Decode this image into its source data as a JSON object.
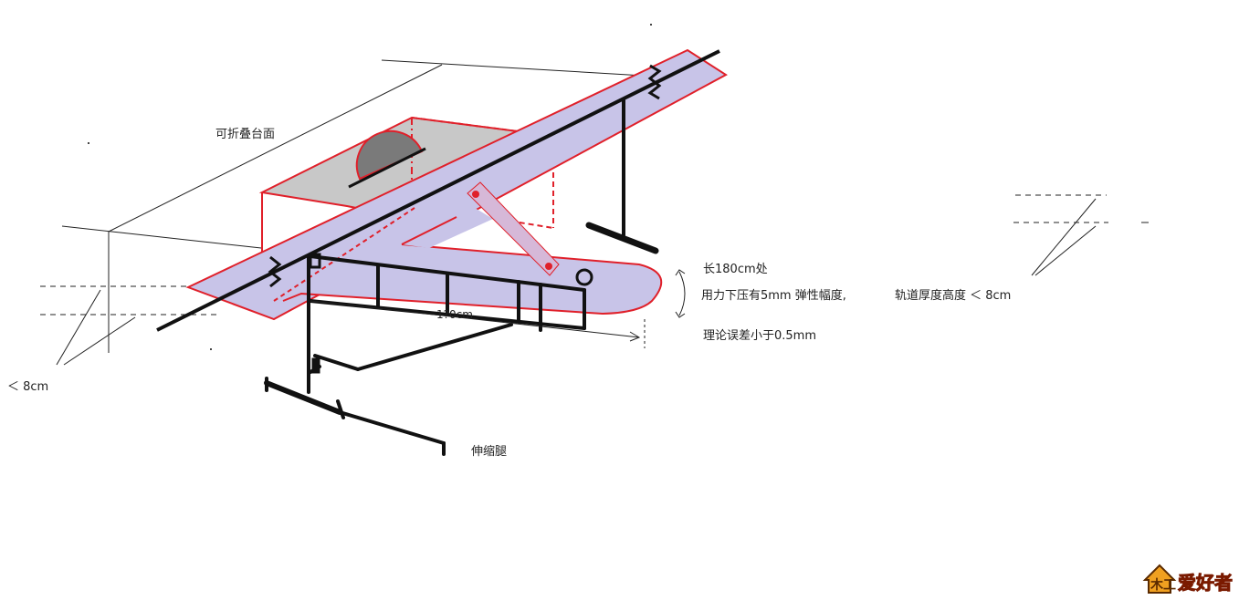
{
  "labels": {
    "folding_table": "可折叠台面",
    "length_180": "长180cm处",
    "press_elastic": "用力下压有5mm 弹性幅度,",
    "track_height": "轨道厚度高度 ＜ 8cm",
    "theory_error": "理论误差小于0.5mm",
    "left_height": "＜ 8cm",
    "dimension_140": "1?0cm",
    "telescopic_leg": "伸缩腿"
  },
  "logo": {
    "text_glyph": "木工",
    "text_brand": "爱好者"
  },
  "colors": {
    "outline_red": "#e0202a",
    "rail_fill": "#c8c4e8",
    "frame_black": "#111111",
    "table_gray": "#c8c8c8",
    "blade_gray": "#7a7a7a"
  }
}
